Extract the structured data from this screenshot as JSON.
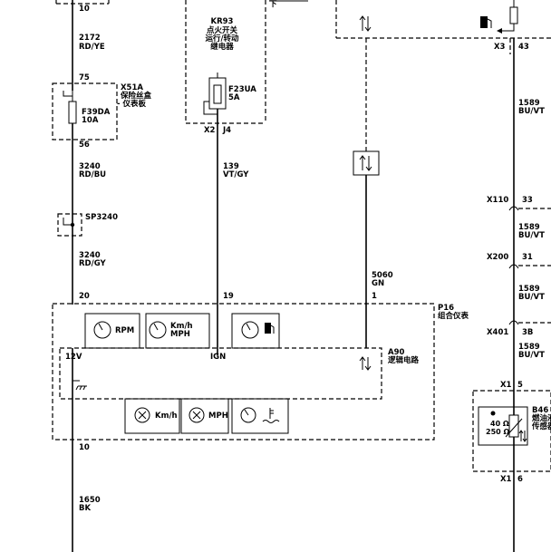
{
  "left_wire": {
    "top_pin": "10",
    "seg1": {
      "circuit": "2172",
      "color": "RD/YE"
    },
    "fuse_top_pin": "75",
    "fuse_block": {
      "id": "X51A",
      "name": "保险丝盒",
      "sub": "- 仪表板"
    },
    "fuse": {
      "id": "F39DA",
      "rating": "10A"
    },
    "fuse_bottom_pin": "56",
    "seg2": {
      "circuit": "3240",
      "color": "RD/BU"
    },
    "splice": "SP3240",
    "seg3": {
      "circuit": "3240",
      "color": "RD/GY"
    },
    "cluster_pin": "20",
    "bottom_pin": "10",
    "seg4": {
      "circuit": "1650",
      "color": "BK"
    }
  },
  "relay": {
    "id": "KR93",
    "line1": "点火开关",
    "line2": "运行/转动",
    "line3": "继电器",
    "top_fragment": "下",
    "fuse": {
      "id": "F23UA",
      "rating": "5A"
    },
    "pin_a": "X2",
    "pin_b": "J4"
  },
  "mid_wire": {
    "circuit": "139",
    "color": "VT/GY",
    "cluster_pin": "19"
  },
  "data_wire": {
    "circuit": "5060",
    "color": "GN",
    "cluster_pin": "1"
  },
  "cluster": {
    "id": "P16",
    "name": "组合仪表",
    "gauge_rpm": "RPM",
    "gauge_speed_a": "Km/h",
    "gauge_speed_b": "MPH",
    "logic": {
      "id": "A90",
      "name": "逻辑电路"
    },
    "pin_12v": "12V",
    "pin_ign": "IGN",
    "lamp_kmh": "Km/h",
    "lamp_mph": "MPH"
  },
  "right_wire": {
    "top_connector": "X3",
    "top_pin": "43",
    "seg1": {
      "circuit": "1589",
      "color": "BU/VT"
    },
    "conn1": {
      "id": "X110",
      "pin": "33"
    },
    "seg2": {
      "circuit": "1589",
      "color": "BU/VT"
    },
    "conn2": {
      "id": "X200",
      "pin": "31"
    },
    "seg3": {
      "circuit": "1589",
      "color": "BU/VT"
    },
    "conn3": {
      "id": "X401",
      "pin": "3B"
    },
    "seg4": {
      "circuit": "1589",
      "color": "BU/VT"
    },
    "sensor_top": {
      "id": "X1",
      "pin": "5"
    },
    "sensor": {
      "id": "B46",
      "name": "燃油液",
      "sub": "传感器",
      "r1": "40 Ω",
      "r2": "250 Ω"
    },
    "sensor_bottom": {
      "id": "X1",
      "pin": "6"
    }
  }
}
